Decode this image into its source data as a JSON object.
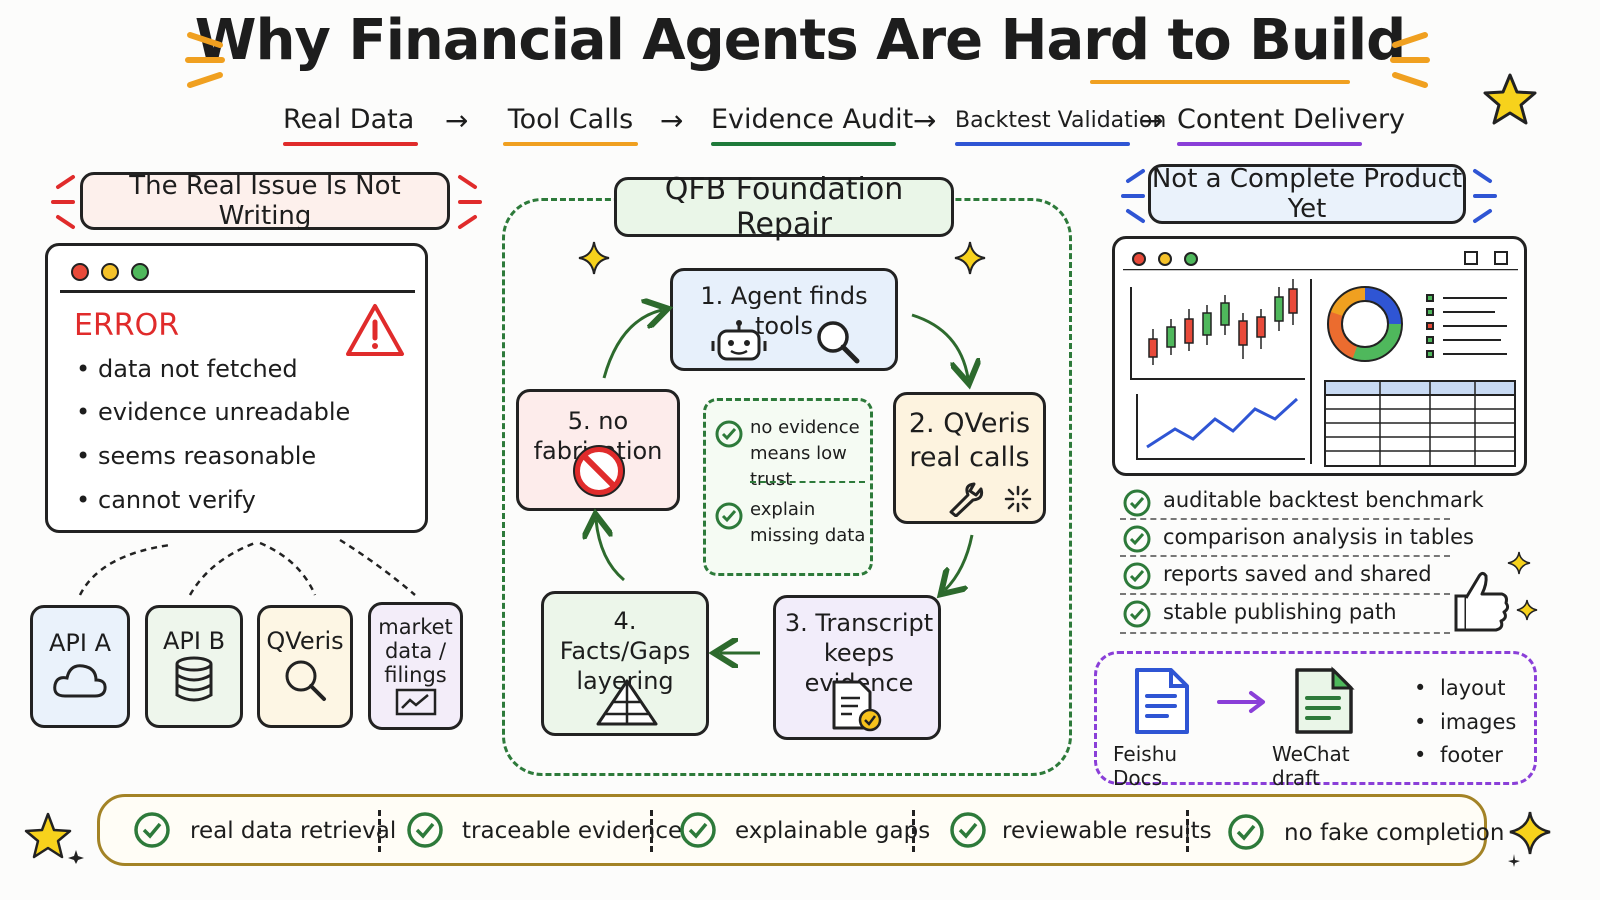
{
  "title": "Why Financial Agents Are Hard to Build",
  "pipeline": [
    "Real Data",
    "Tool Calls",
    "Evidence Audit",
    "Backtest Validation",
    "Content Delivery"
  ],
  "pipeline_colors": [
    "#e02b2b",
    "#f0a020",
    "#1f7a3a",
    "#2f55d4",
    "#8a3fd8"
  ],
  "left": {
    "heading": "The Real Issue Is Not Writing",
    "error_title": "ERROR",
    "error_items": [
      "data not fetched",
      "evidence unreadable",
      "seems reasonable",
      "cannot verify"
    ],
    "sources": [
      "API A",
      "API B",
      "QVeris",
      "market data / filings"
    ]
  },
  "center": {
    "heading": "QFB Foundation Repair",
    "steps": [
      "1. Agent finds tools",
      "2. QVeris real calls",
      "3. Transcript keeps evidence",
      "4. Facts/Gaps layering",
      "5. no fabrication"
    ],
    "rules": [
      "no evidence means low trust",
      "explain missing data"
    ]
  },
  "right": {
    "heading": "Not a Complete Product Yet",
    "checks": [
      "auditable backtest benchmark",
      "comparison analysis in tables",
      "reports saved and shared",
      "stable publishing path"
    ],
    "delivery_from": "Feishu Docs",
    "delivery_to": "WeChat draft",
    "delivery_items": [
      "layout",
      "images",
      "footer"
    ]
  },
  "bottom": [
    "real data retrieval",
    "traceable evidence",
    "explainable gaps",
    "reviewable results",
    "no fake completion"
  ]
}
